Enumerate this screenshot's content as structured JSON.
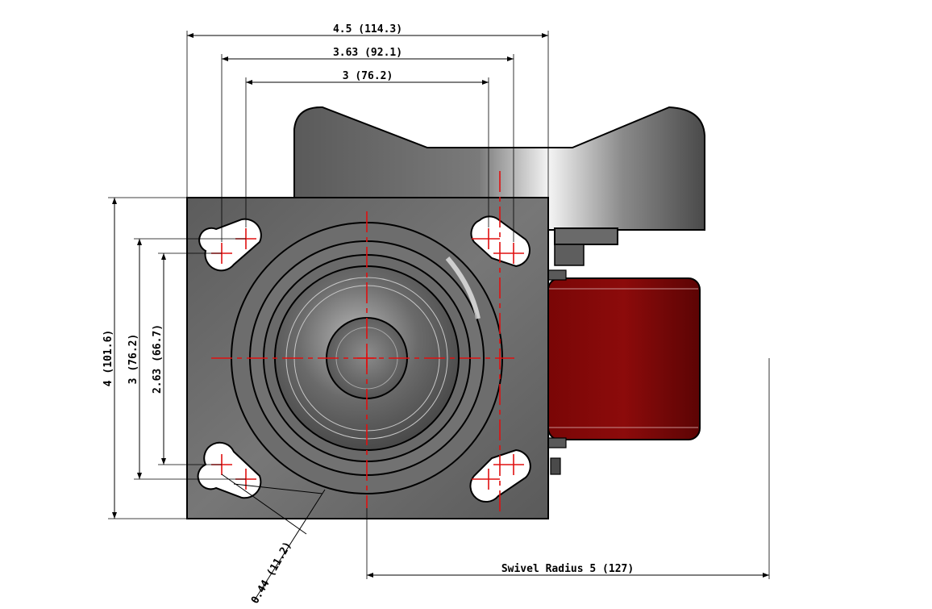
{
  "drawing": {
    "subject": "caster top plate",
    "dimensions": {
      "overall_width": "4.5 (114.3)",
      "slot_width_outer": "3.63 (92.1)",
      "slot_width_inner": "3 (76.2)",
      "overall_height": "4 (101.6)",
      "slot_height_outer": "3 (76.2)",
      "slot_height_inner": "2.63 (66.7)",
      "bolt_slot": "0.44 (11.2)",
      "swivel_radius": "Swivel Radius 5 (127)"
    },
    "colors": {
      "plate": "#6e6e6e",
      "wheel": "#8a0a0a",
      "centerline": "#e01010",
      "dimension": "#000000"
    }
  }
}
